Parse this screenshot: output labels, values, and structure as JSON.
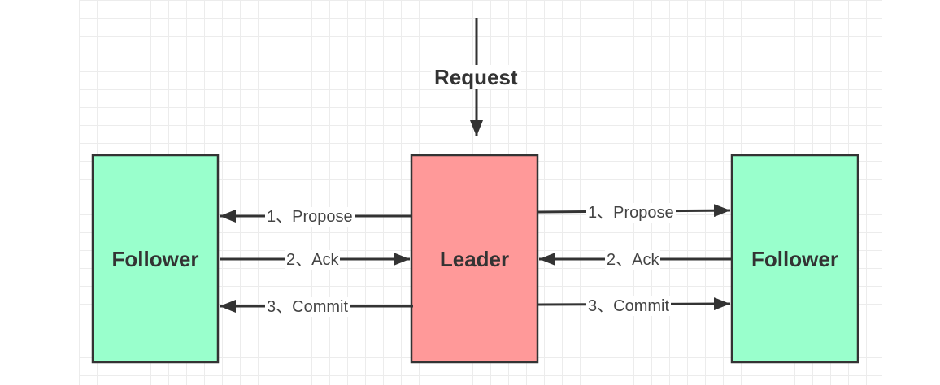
{
  "request": {
    "label": "Request"
  },
  "nodes": {
    "left_follower": {
      "label": "Follower",
      "fill": "#99ffcc",
      "stroke": "#333333"
    },
    "leader": {
      "label": "Leader",
      "fill": "#ff9999",
      "stroke": "#333333"
    },
    "right_follower": {
      "label": "Follower",
      "fill": "#99ffcc",
      "stroke": "#333333"
    }
  },
  "edges": {
    "left": {
      "propose": "1、Propose",
      "ack": "2、Ack",
      "commit": "3、Commit"
    },
    "right": {
      "propose": "1、Propose",
      "ack": "2、Ack",
      "commit": "3、Commit"
    }
  }
}
